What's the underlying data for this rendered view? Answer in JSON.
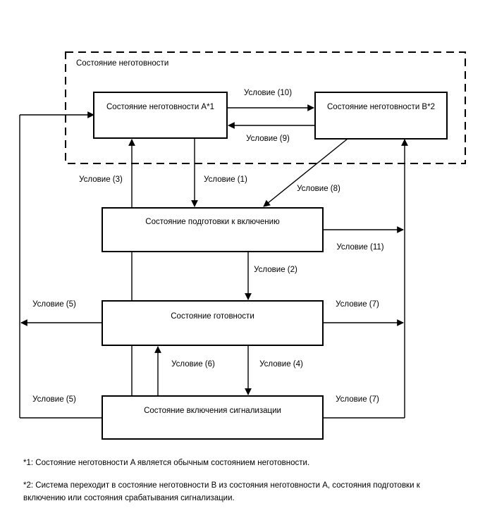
{
  "diagram": {
    "type": "state-transition-diagram",
    "group": {
      "label": "Состояние неготовности"
    },
    "states": [
      {
        "id": "not-ready-a",
        "label": "Состояние неготовности A*1"
      },
      {
        "id": "not-ready-b",
        "label": "Состояние неготовности B*2"
      },
      {
        "id": "preparing",
        "label": "Состояние подготовки к включению"
      },
      {
        "id": "ready",
        "label": "Состояние готовности"
      },
      {
        "id": "alarm-on",
        "label": "Состояние включения сигнализации"
      }
    ],
    "transitions": [
      {
        "id": "cond-10",
        "label": "Условие (10)",
        "from": "not-ready-a",
        "to": "not-ready-b"
      },
      {
        "id": "cond-9",
        "label": "Условие (9)",
        "from": "not-ready-b",
        "to": "not-ready-a"
      },
      {
        "id": "cond-3",
        "label": "Условие (3)",
        "from": "alarm-on",
        "to": "not-ready-a"
      },
      {
        "id": "cond-1",
        "label": "Условие (1)",
        "from": "not-ready-a",
        "to": "preparing"
      },
      {
        "id": "cond-8",
        "label": "Условие (8)",
        "from": "not-ready-b",
        "to": "preparing"
      },
      {
        "id": "cond-11",
        "label": "Условие (11)",
        "from": "preparing",
        "to": "not-ready-b"
      },
      {
        "id": "cond-2",
        "label": "Условие (2)",
        "from": "preparing",
        "to": "ready"
      },
      {
        "id": "cond-5a",
        "label": "Условие (5)",
        "from": "ready",
        "to": "not-ready-a"
      },
      {
        "id": "cond-7a",
        "label": "Условие (7)",
        "from": "ready",
        "to": "not-ready-b"
      },
      {
        "id": "cond-6",
        "label": "Условие (6)",
        "from": "alarm-on",
        "to": "ready"
      },
      {
        "id": "cond-4",
        "label": "Условие (4)",
        "from": "ready",
        "to": "alarm-on"
      },
      {
        "id": "cond-5b",
        "label": "Условие (5)",
        "from": "alarm-on",
        "to": "not-ready-a"
      },
      {
        "id": "cond-7b",
        "label": "Условие (7)",
        "from": "alarm-on",
        "to": "not-ready-b"
      }
    ],
    "colors": {
      "stroke": "#000000",
      "fill": "#ffffff",
      "background": "#ffffff"
    }
  },
  "footnotes": [
    "*1: Состояние неготовности A является обычным состоянием неготовности.",
    "*2: Система переходит в состояние неготовности B из состояния неготовности A, состояния подготовки к включению или состояния срабатывания сигнализации."
  ]
}
